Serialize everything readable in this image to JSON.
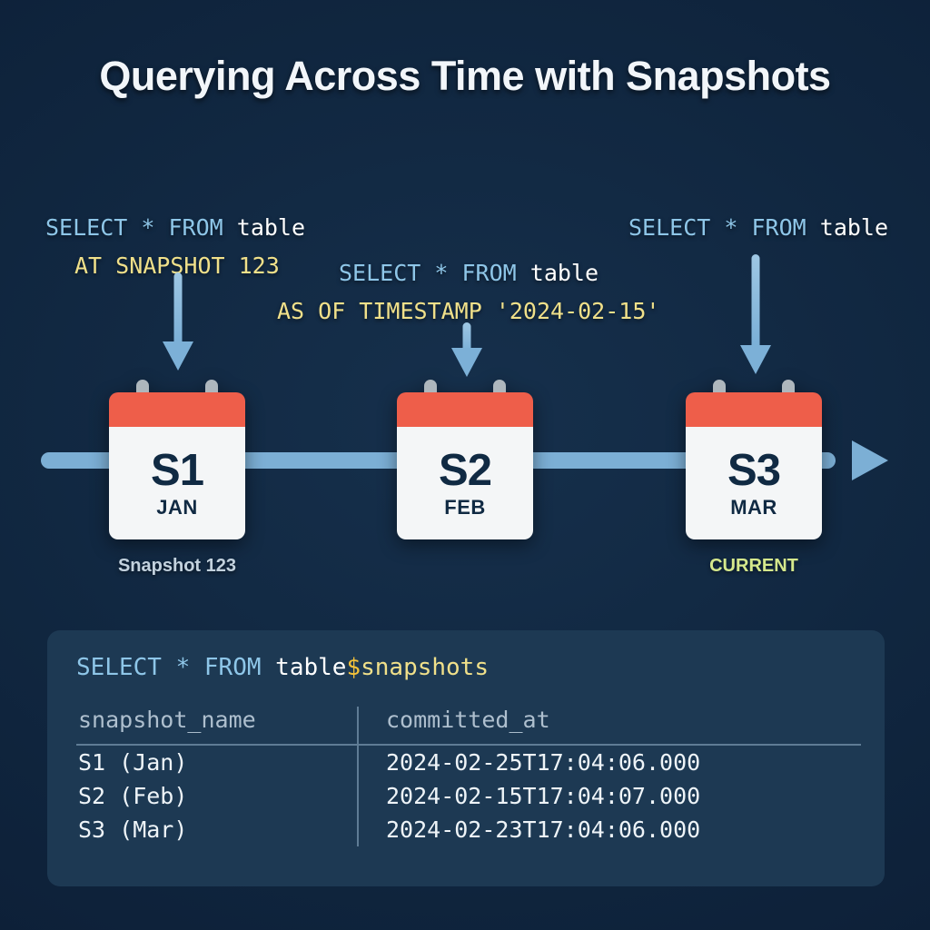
{
  "title": "Querying Across Time with Snapshots",
  "colors": {
    "background": "#10263f",
    "panel": "#1d3953",
    "accent_blue": "#7cafd5",
    "keyword_blue": "#8ec6e8",
    "clause_yellow": "#f0e08a",
    "calendar_red": "#ee5e4a",
    "calendar_body": "#f4f6f7",
    "calendar_text": "#102a43",
    "current_green": "#d5e88c",
    "caption_gray": "#c3d2de"
  },
  "annotations": [
    {
      "id": "snapshot-query",
      "line1": {
        "keyword1": "SELECT",
        "star": "*",
        "keyword2": "FROM",
        "identifier": "table"
      },
      "line2": "AT SNAPSHOT 123"
    },
    {
      "id": "timestamp-query",
      "line1": {
        "keyword1": "SELECT",
        "star": "*",
        "keyword2": "FROM",
        "identifier": "table"
      },
      "line2": "AS OF TIMESTAMP '2024-02-15'"
    },
    {
      "id": "current-query",
      "line1": {
        "keyword1": "SELECT",
        "star": "*",
        "keyword2": "FROM",
        "identifier": "table"
      },
      "line2": ""
    }
  ],
  "timeline": {
    "calendars": [
      {
        "code": "S1",
        "month": "JAN",
        "caption": "Snapshot 123"
      },
      {
        "code": "S2",
        "month": "FEB",
        "caption": ""
      },
      {
        "code": "S3",
        "month": "MAR",
        "caption": "CURRENT"
      }
    ]
  },
  "panel": {
    "query": {
      "keyword1": "SELECT",
      "star": "*",
      "keyword2": "FROM",
      "identifier": "table",
      "dollar": "$",
      "metadata_table": "snapshots"
    },
    "table": {
      "headers": [
        "snapshot_name",
        "committed_at"
      ],
      "rows": [
        [
          "S1 (Jan)",
          "2024-02-25T17:04:06.000"
        ],
        [
          "S2 (Feb)",
          "2024-02-15T17:04:07.000"
        ],
        [
          "S3 (Mar)",
          "2024-02-23T17:04:06.000"
        ]
      ]
    }
  }
}
